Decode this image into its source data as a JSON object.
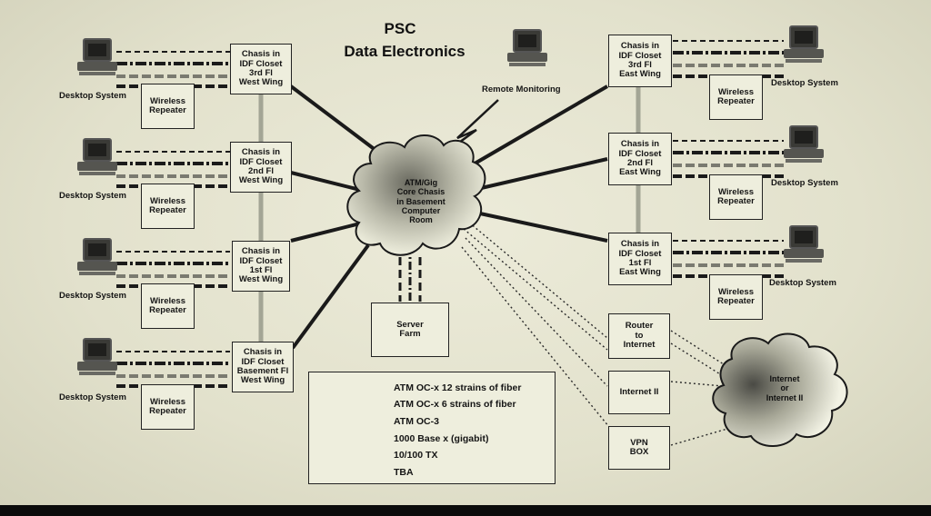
{
  "title": {
    "line1": "PSC",
    "line2": "Data Electronics"
  },
  "remote_monitoring": "Remote Monitoring",
  "desktop_label": "Desktop System",
  "wireless_label": "Wireless\nRepeater",
  "west_closets": [
    "Chasis in\nIDF Closet\n3rd Fl\nWest Wing",
    "Chasis in\nIDF Closet\n2nd Fl\nWest Wing",
    "Chasis in\nIDF Closet\n1st Fl\nWest Wing",
    "Chasis in\nIDF Closet\nBasement Fl\nWest Wing"
  ],
  "east_closets": [
    "Chasis in\nIDF Closet\n3rd Fl\nEast Wing",
    "Chasis in\nIDF Closet\n2nd Fl\nEast Wing",
    "Chasis in\nIDF Closet\n1st Fl\nEast Wing"
  ],
  "core": "ATM/Gig\nCore Chasis\nin Basement\nComputer\nRoom",
  "server_farm": "Server\nFarm",
  "router": "Router\nto\nInternet",
  "internet2": "Internet II",
  "vpn": "VPN\nBOX",
  "internet_cloud": "Internet\nor\nInternet II",
  "legend": [
    {
      "label": "ATM OC-x 12 strains of fiber",
      "style": "thick-black"
    },
    {
      "label": "ATM OC-x   6 strains of fiber",
      "style": "thick-gray"
    },
    {
      "label": "ATM OC-3",
      "style": "dashed"
    },
    {
      "label": "1000 Base x (gigabit)",
      "style": "dash-dot"
    },
    {
      "label": "10/100 TX",
      "style": "heavy-dash"
    },
    {
      "label": "TBA",
      "style": "dotted"
    }
  ],
  "colors": {
    "ink": "#1a1a1a",
    "gray_fiber": "#a3a595",
    "paper": "#e6e5d0"
  }
}
